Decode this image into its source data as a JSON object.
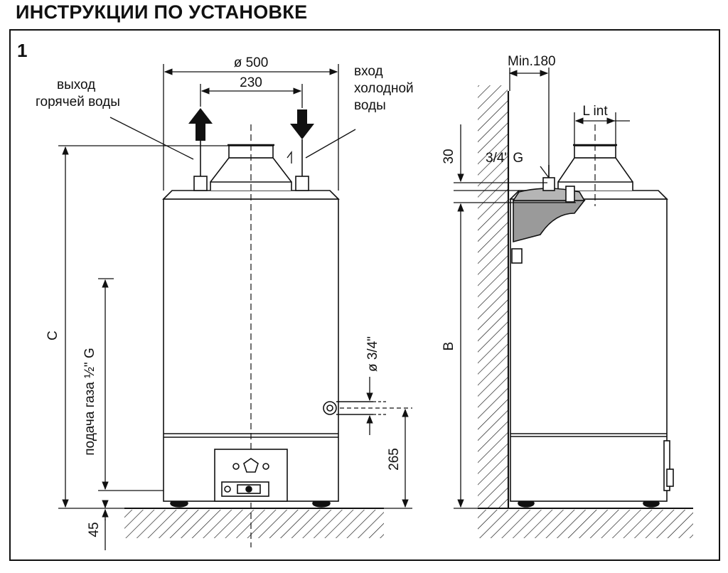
{
  "title": "ИНСТРУКЦИИ ПО УСТАНОВКЕ",
  "figure_number": "1",
  "front_view": {
    "hot_water_outlet": [
      "выход",
      "горячей воды"
    ],
    "cold_water_inlet": [
      "вход",
      "холодной",
      "воды"
    ],
    "dim_diameter": "ø 500",
    "dim_pipe_spacing": "230",
    "dim_height": "C",
    "gas_supply": "подача газа ½\"  G",
    "dim_gas_diameter": "ø 3/4\"",
    "dim_gas_height": "265",
    "dim_feet": "45"
  },
  "side_view": {
    "dim_min_wall": "Min.180",
    "dim_l_int": "L int",
    "dim_top": "30",
    "thread": "3/4\" G",
    "dim_height": "B"
  },
  "colors": {
    "line": "#111111",
    "fill_gray": "#9a9a9a",
    "background": "#ffffff"
  }
}
